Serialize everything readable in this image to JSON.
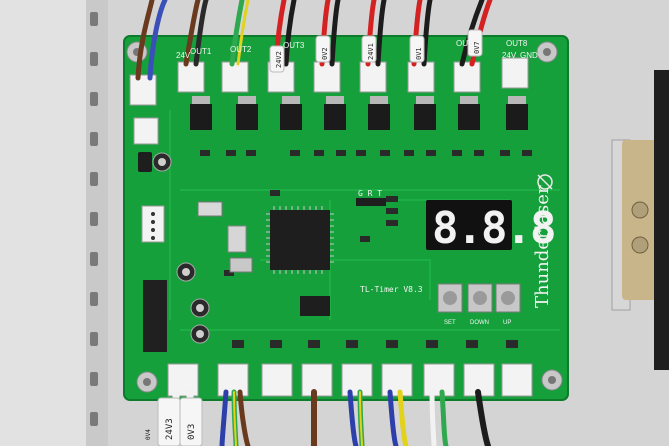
{
  "board": {
    "brand": "Thunderlaser",
    "model": "TL-Timer V8.3",
    "display_digits": "8.8.8",
    "header_label": "G R T",
    "top_labels": {
      "out1": "OUT1",
      "out2": "OUT2",
      "out3": "OUT3",
      "out7": "OUT7",
      "out8": "OUT8",
      "pin_24v": "24V",
      "pin_gnd": "GND"
    },
    "button_labels": [
      "SET",
      "DOWN",
      "UP"
    ],
    "sleeve_labels": [
      "24V3",
      "0V3",
      "24V2",
      "0V2",
      "24V1",
      "0V1",
      "0V4",
      "0V7"
    ]
  },
  "colors": {
    "pcb": "#15a03c",
    "enclosure": "#d8d8d8",
    "display": "#111111",
    "segment": "#f2f2f2"
  }
}
